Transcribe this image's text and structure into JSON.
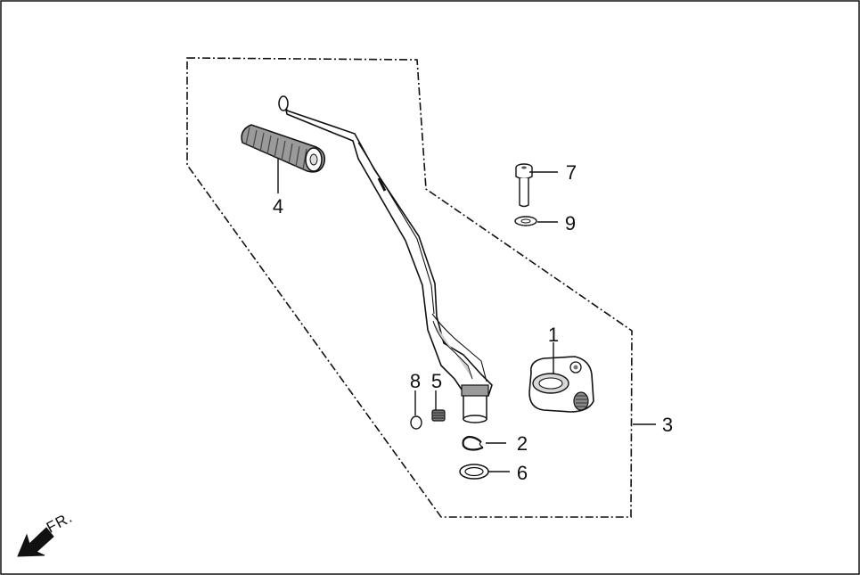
{
  "callouts": [
    {
      "id": "1",
      "label": "1"
    },
    {
      "id": "2",
      "label": "2"
    },
    {
      "id": "3",
      "label": "3"
    },
    {
      "id": "4",
      "label": "4"
    },
    {
      "id": "5",
      "label": "5"
    },
    {
      "id": "6",
      "label": "6"
    },
    {
      "id": "7",
      "label": "7"
    },
    {
      "id": "8",
      "label": "8"
    },
    {
      "id": "9",
      "label": "9"
    }
  ],
  "direction_indicator": {
    "label": "FR.",
    "icon": "front-direction-arrow-icon"
  },
  "colors": {
    "line": "#111111",
    "part_fill": "#ffffff",
    "shade": "#bdbdbd",
    "dark": "#555555"
  }
}
